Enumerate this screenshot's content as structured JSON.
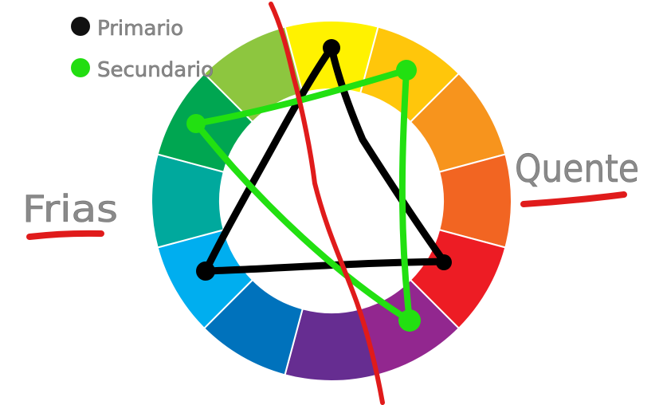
{
  "legend": {
    "items": [
      {
        "label": "Primario",
        "marker_color": "#111111"
      },
      {
        "label": "Secundario",
        "marker_color": "#22dd11"
      }
    ]
  },
  "labels": {
    "left": "Frias",
    "right": "Quente"
  },
  "wheel": {
    "segments": [
      {
        "color": "#fff200"
      },
      {
        "color": "#ffc60b"
      },
      {
        "color": "#f7941d"
      },
      {
        "color": "#f26522"
      },
      {
        "color": "#ed1c24"
      },
      {
        "color": "#92278f"
      },
      {
        "color": "#662d91"
      },
      {
        "color": "#0072bc"
      },
      {
        "color": "#00aeef"
      },
      {
        "color": "#00a99d"
      },
      {
        "color": "#00a651"
      },
      {
        "color": "#8dc63f"
      }
    ]
  },
  "annotations": {
    "primary_triangle_color": "#000000",
    "secondary_triangle_color": "#22e011",
    "divider_color": "#e01b1b",
    "underline_color": "#e01b1b"
  }
}
